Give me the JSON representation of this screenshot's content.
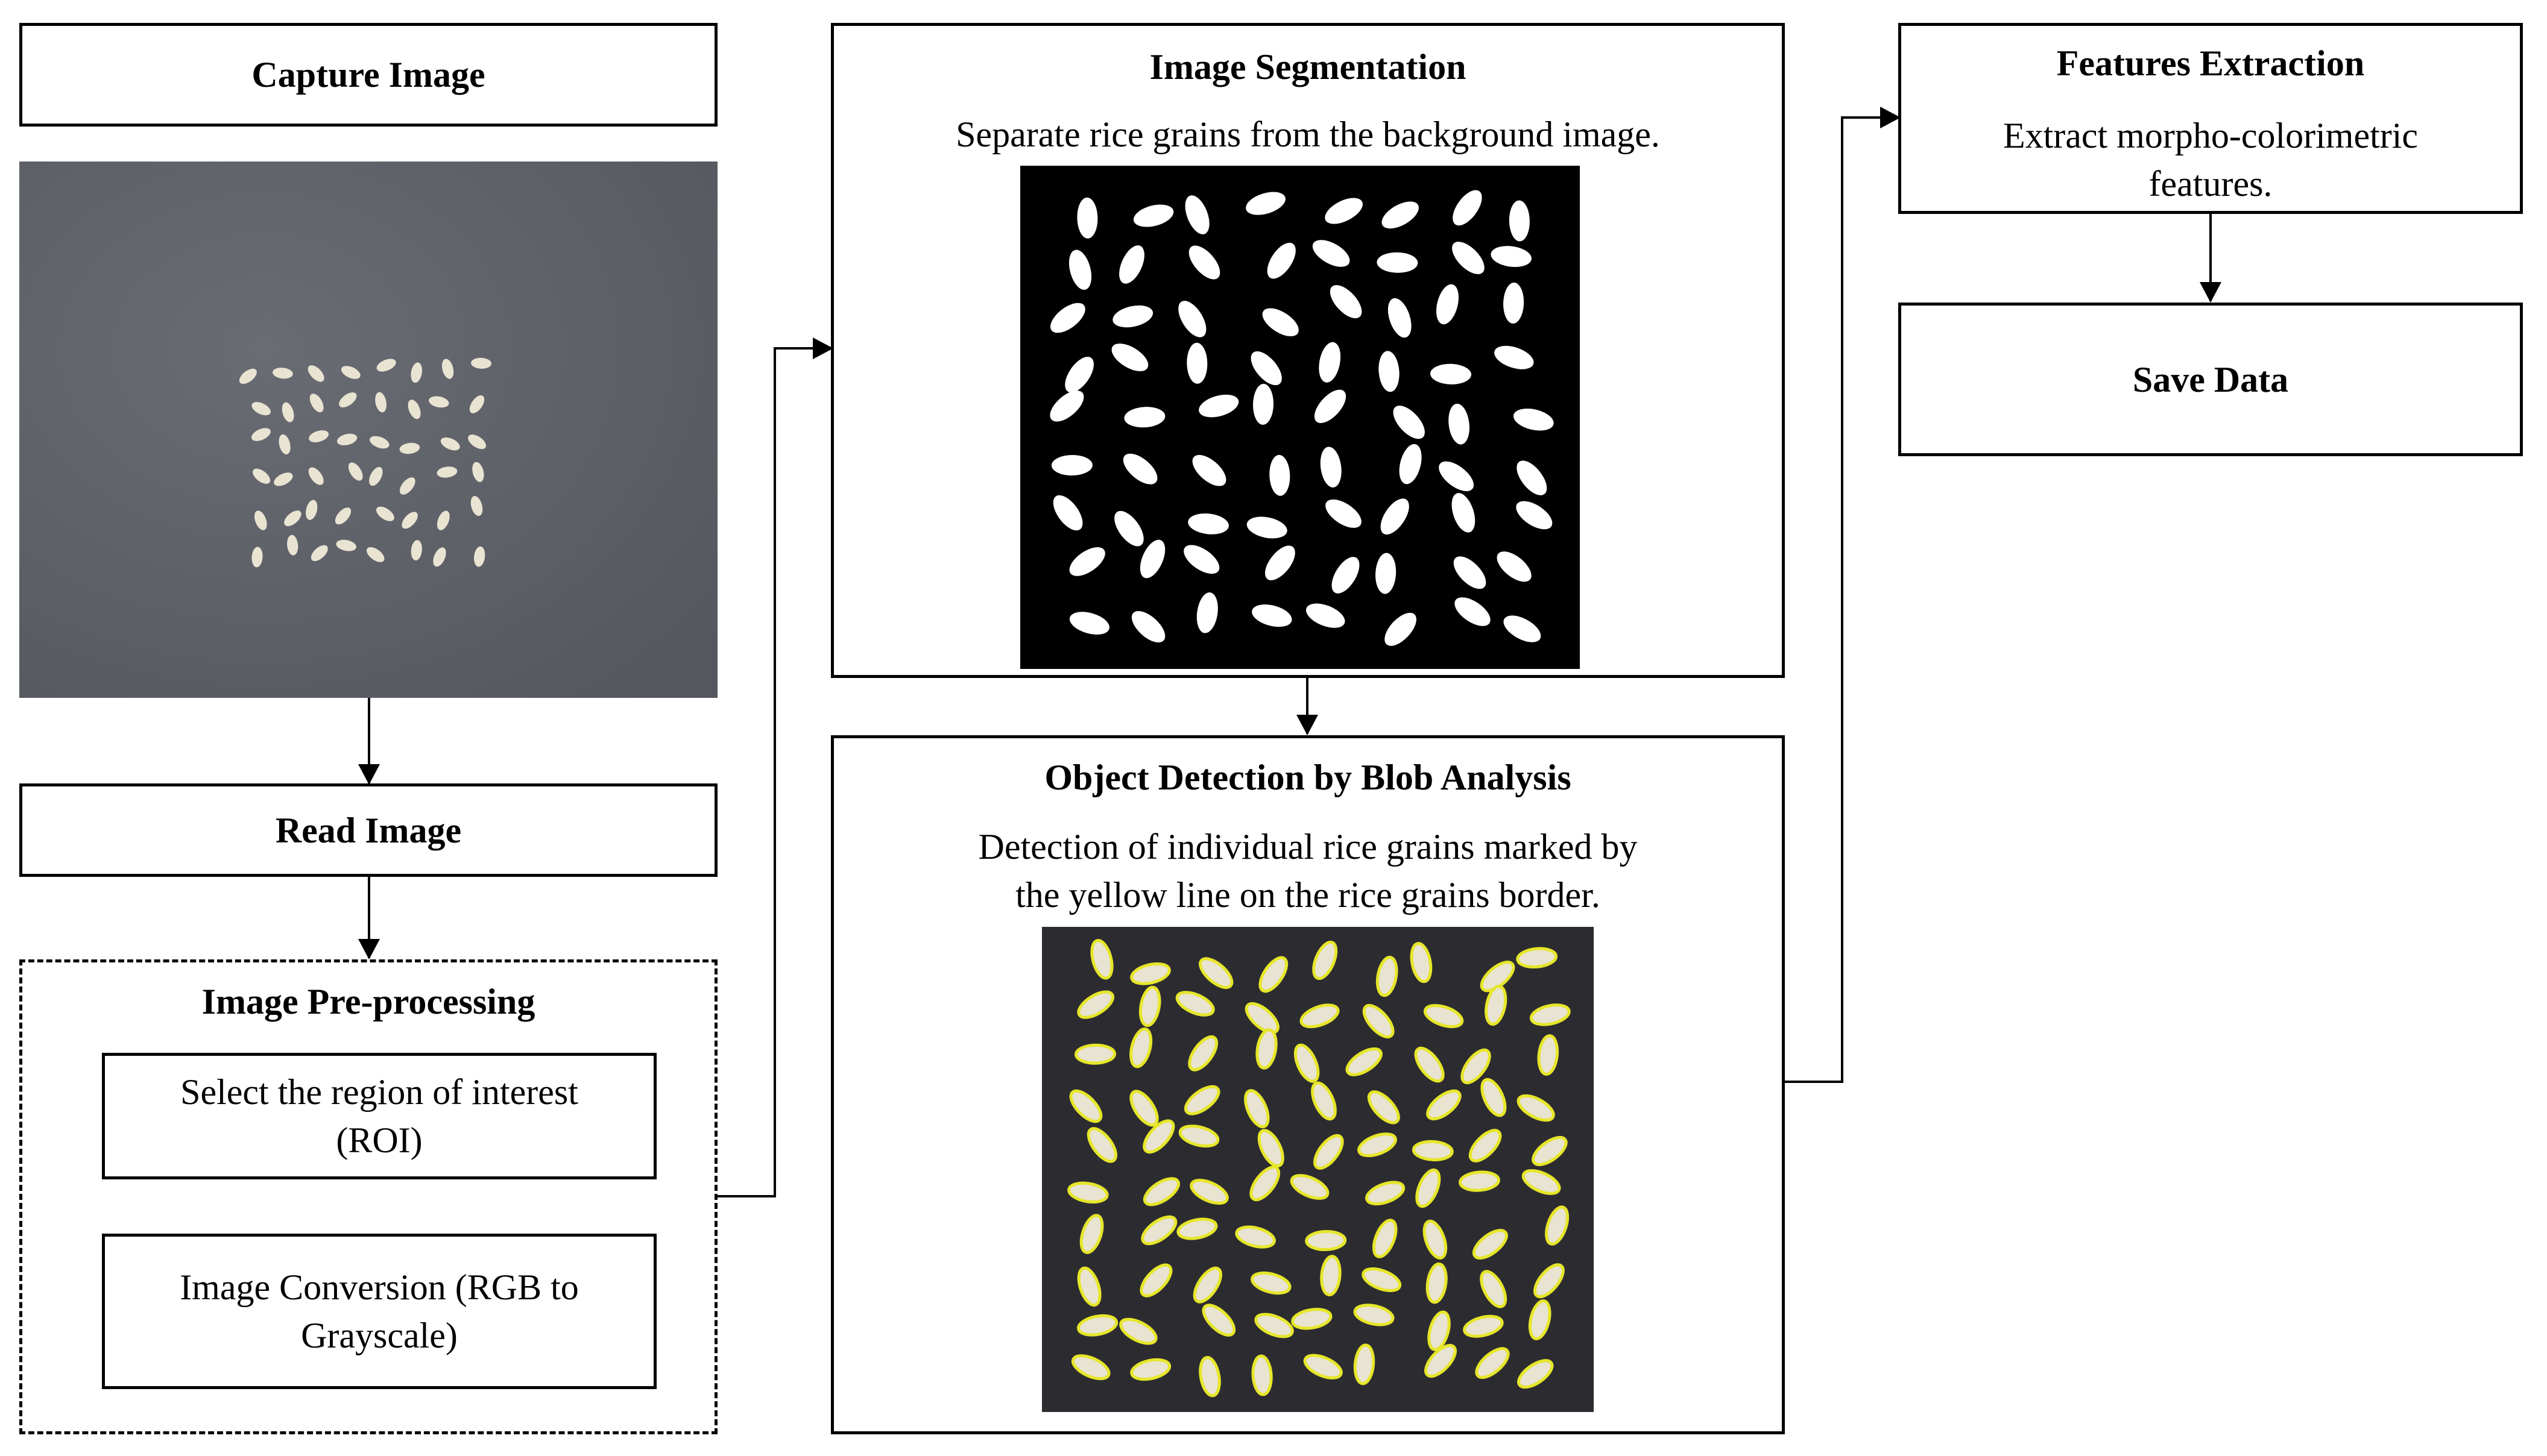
{
  "capture": {
    "title": "Capture Image"
  },
  "read": {
    "title": "Read Image"
  },
  "preprocess": {
    "title": "Image Pre-processing",
    "roi": "Select the region of interest (ROI)",
    "conversion": "Image Conversion (RGB to Grayscale)"
  },
  "segmentation": {
    "title": "Image Segmentation",
    "description": "Separate rice grains from the background image."
  },
  "detection": {
    "title": "Object Detection by Blob Analysis",
    "description": "Detection of individual rice grains marked by the yellow line on the rice grains border."
  },
  "features": {
    "title": "Features Extraction",
    "description": "Extract morpho-colorimetric features."
  },
  "save": {
    "title": "Save Data"
  },
  "colors": {
    "line": "#000000",
    "photo_background": "#55575f",
    "grain": "#e9e3d2",
    "mask_background": "#000000",
    "mask_grain": "#ffffff",
    "blob_outline": "#e6e62a",
    "detection_background": "#2c2c30"
  }
}
